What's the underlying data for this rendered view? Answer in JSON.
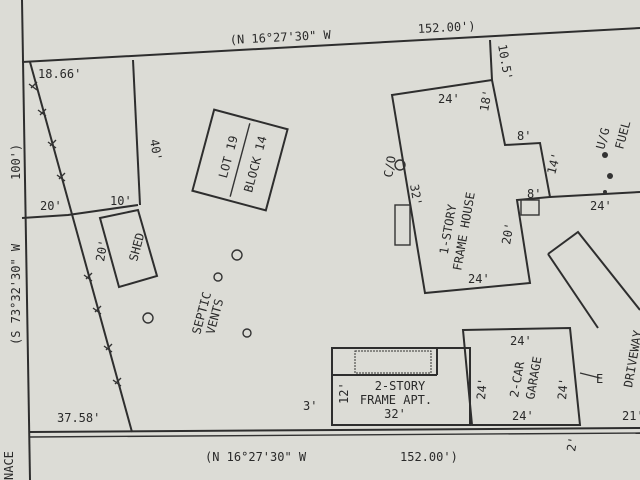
{
  "colors": {
    "paper": "#dcdcd6",
    "ink": "#2e2e2e"
  },
  "boundaries": {
    "top_bearing": "(N 16°27'30\" W",
    "top_distance": "152.00')",
    "bottom_bearing": "(N 16°27'30\" W",
    "bottom_distance": "152.00')",
    "left_bearing": "(S 73°32'30\" W",
    "left_distance": "100')",
    "left_street_fragment": "NACE"
  },
  "lot": {
    "lot": "LOT 19",
    "block": "BLOCK 14"
  },
  "dimensions": {
    "top_left": "18.66'",
    "bottom_left": "37.58'",
    "line_40": "40'",
    "line_20": "20'",
    "line_10": "10'",
    "shed_20": "20'",
    "house_setback": "10.5'",
    "house_top": "24'",
    "house_18": "18'",
    "house_8_top": "8'",
    "house_14": "14'",
    "house_8_step": "8'",
    "house_side_24": "24'",
    "house_32": "32'",
    "house_20": "20'",
    "house_bottom": "24'",
    "garage_top": "24'",
    "garage_left": "24'",
    "garage_right": "24'",
    "garage_bottom": "24'",
    "apt_12": "12'",
    "apt_32": "32'",
    "apt_3": "3'",
    "bottom_2": "2'",
    "right_21": "21'"
  },
  "structures": {
    "shed": "SHED",
    "septic_line1": "SEPTIC",
    "septic_line2": "VENTS",
    "house_line1": "1-STORY",
    "house_line2": "FRAME HOUSE",
    "cleanout": "C/O",
    "fuel_line1": "U/G",
    "fuel_line2": "FUEL",
    "apt_line1": "2-STORY",
    "apt_line2": "FRAME APT.",
    "garage_line1": "2-CAR",
    "garage_line2": "GARAGE",
    "driveway": "DRIVEWAY",
    "electric_meter": "E"
  }
}
